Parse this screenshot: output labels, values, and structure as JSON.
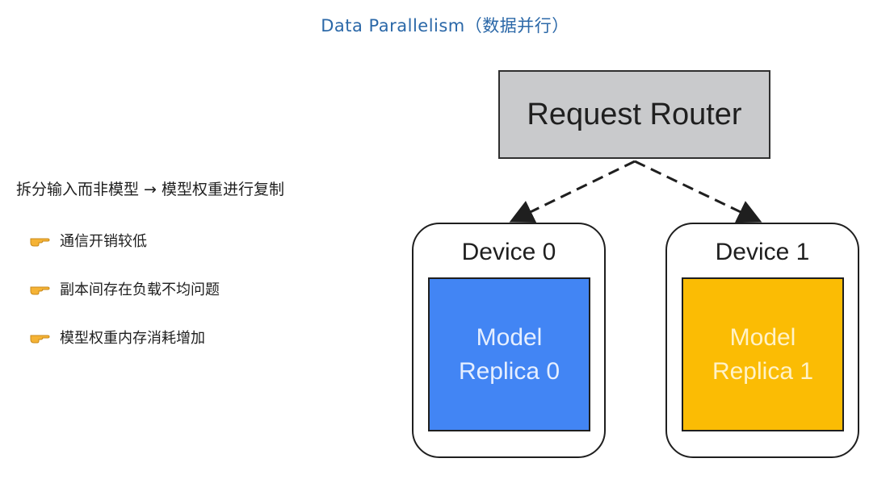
{
  "title": "Data Parallelism（数据并行）",
  "left": {
    "headline": "拆分输入而非模型 → 模型权重进行复制",
    "bullets": [
      {
        "icon": "pointing-hand-icon",
        "text": "通信开销较低"
      },
      {
        "icon": "pointing-hand-icon",
        "text": "副本间存在负载不均问题"
      },
      {
        "icon": "pointing-hand-icon",
        "text": "模型权重内存消耗增加"
      }
    ]
  },
  "diagram": {
    "router_label": "Request Router",
    "devices": [
      {
        "label": "Device 0",
        "replica_line1": "Model",
        "replica_line2": "Replica 0",
        "color": "#4285f4"
      },
      {
        "label": "Device 1",
        "replica_line1": "Model",
        "replica_line2": "Replica 1",
        "color": "#fbbc04"
      }
    ]
  },
  "colors": {
    "title": "#2b68a8",
    "router_fill": "#c9cacc",
    "replica0": "#4285f4",
    "replica1": "#fbbc04",
    "bullet_icon": "#f5b335"
  }
}
